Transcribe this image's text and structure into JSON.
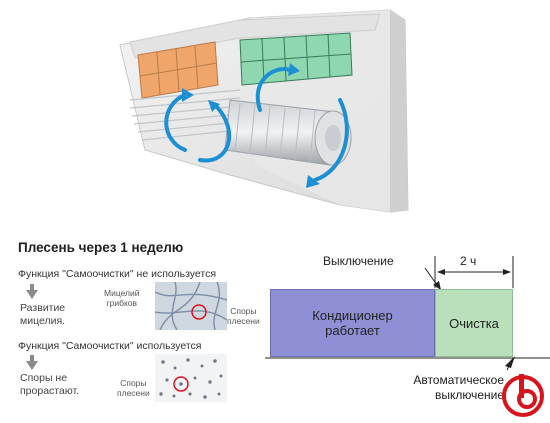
{
  "left": {
    "heading": "Плесень через 1 неделю",
    "off_mode": {
      "title": "Функция \"Самоочистки\" не используется",
      "result_line1": "Развитие",
      "result_line2": "мицелия.",
      "label_mycelium_1": "Мицелий",
      "label_mycelium_2": "грибков",
      "label_spores_1": "Споры",
      "label_spores_2": "плесени"
    },
    "on_mode": {
      "title": "Функция \"Самоочистки\" используется",
      "result_line1": "Споры не",
      "result_line2": "прорастают.",
      "label_spores_1": "Споры",
      "label_spores_2": "плесени"
    }
  },
  "timeline": {
    "shutdown_label": "Выключение",
    "duration_label": "2 ч",
    "ac_block_line1": "Кондиционер",
    "ac_block_line2": "работает",
    "cleaning_block": "Очистка",
    "auto_off_line1": "Автоматическое",
    "auto_off_line2": "выключение"
  },
  "colors": {
    "ac_block": "#8f8fd6",
    "cleaning_block": "#b9e0bb",
    "logo": "#d8141d",
    "arrow_blue": "#1d8fd3"
  }
}
